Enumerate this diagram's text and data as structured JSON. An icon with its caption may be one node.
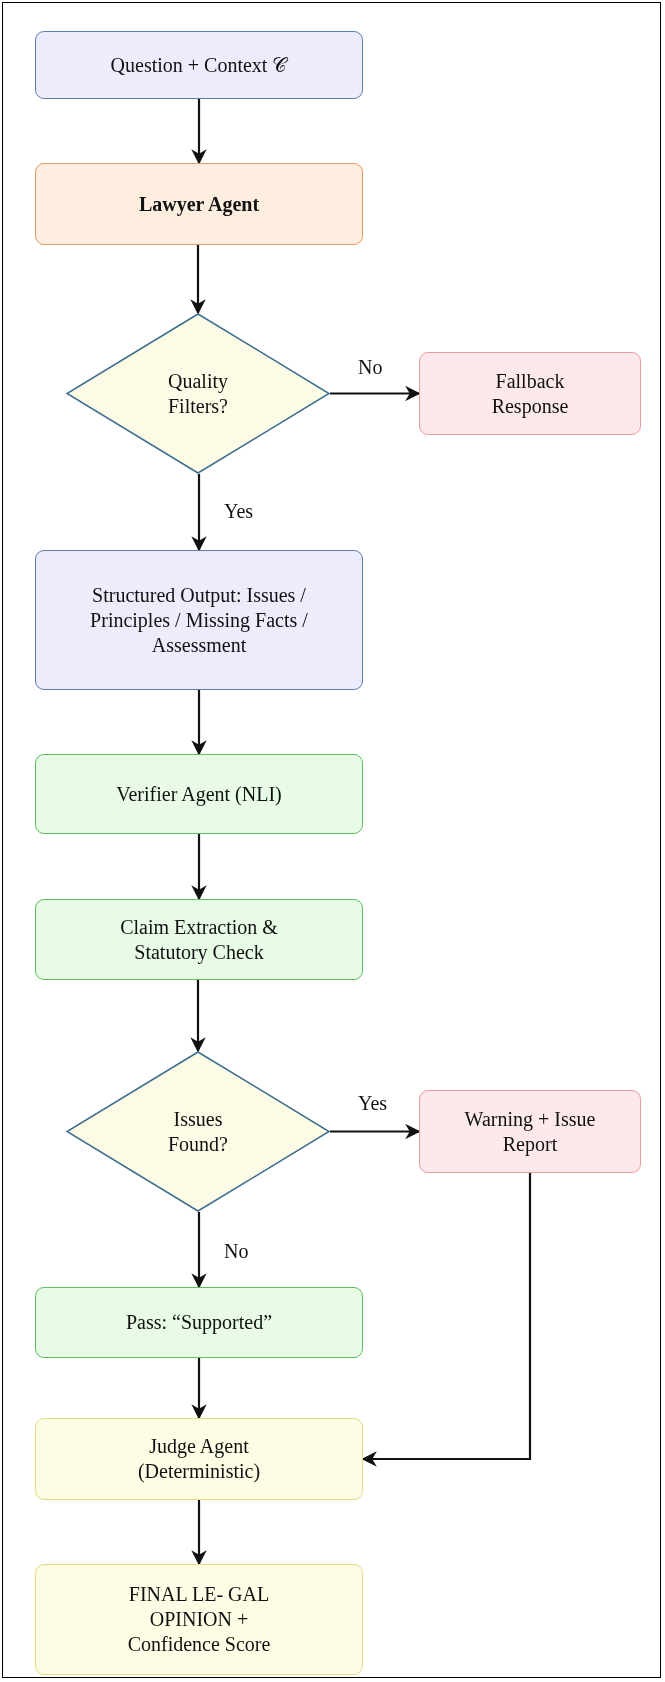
{
  "diagram": {
    "nodes": [
      {
        "text": [
          "Question + Context 𝒞"
        ]
      },
      {
        "text": [
          "Lawyer Agent"
        ]
      },
      {
        "text": [
          "Quality Filters?"
        ]
      },
      {
        "text": [
          "Fallback Response"
        ]
      },
      {
        "text": [
          "Structured Output: Issues / Principles / Missing Facts / Assessment"
        ]
      },
      {
        "text": [
          "Verifier Agent (NLI)"
        ]
      },
      {
        "text": [
          "Claim Extraction & Statutory Check"
        ]
      },
      {
        "text": [
          "Issues Found?"
        ]
      },
      {
        "text": [
          "Warning + Issue Report"
        ]
      },
      {
        "text": [
          "Pass: “Supported”"
        ]
      },
      {
        "text": [
          "Judge Agent (Deterministic)"
        ]
      },
      {
        "text": [
          "FINAL LE- GAL OPINION + Confidence Score"
        ]
      }
    ],
    "edges": [
      {
        "from": 0,
        "to": 1,
        "arrow": "to"
      },
      {
        "from": 1,
        "to": 2,
        "arrow": "to"
      },
      {
        "from": 2,
        "to": 3,
        "arrow": "to",
        "label": "No"
      },
      {
        "from": 2,
        "to": 4,
        "arrow": "to",
        "label": "Yes"
      },
      {
        "from": 4,
        "to": 5,
        "arrow": "to"
      },
      {
        "from": 5,
        "to": 6,
        "arrow": "to"
      },
      {
        "from": 6,
        "to": 7,
        "arrow": "to"
      },
      {
        "from": 7,
        "to": 8,
        "arrow": "to",
        "label": "Yes"
      },
      {
        "from": 7,
        "to": 9,
        "arrow": "to",
        "label": "No"
      },
      {
        "from": 9,
        "to": 10,
        "arrow": "to"
      },
      {
        "from": 8,
        "to": 10,
        "arrow": "to"
      },
      {
        "from": 10,
        "to": 11,
        "arrow": "to"
      }
    ]
  }
}
